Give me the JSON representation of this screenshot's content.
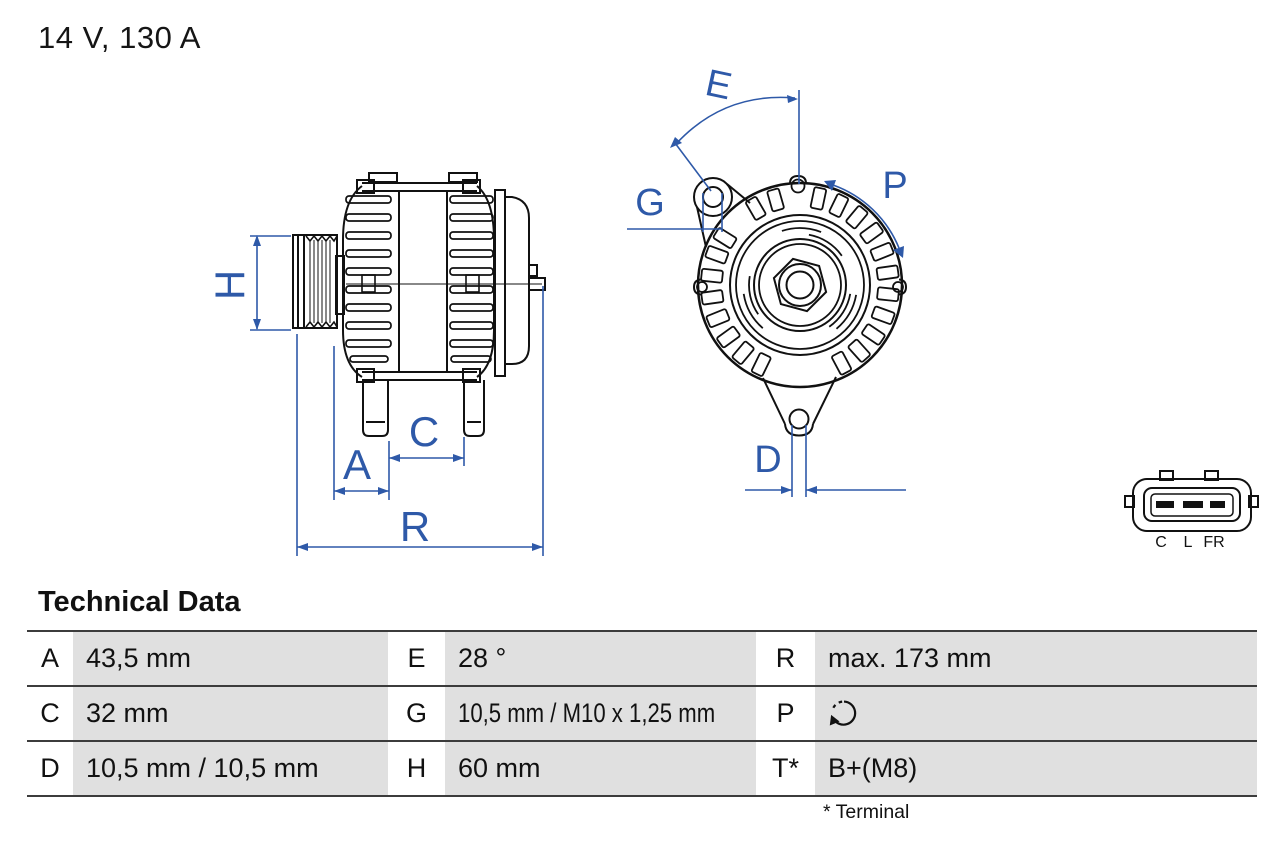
{
  "title": "14 V, 130 A",
  "diagram": {
    "side_view": {
      "labels": {
        "h": "H",
        "a": "A",
        "c": "C",
        "r": "R"
      }
    },
    "front_view": {
      "labels": {
        "e": "E",
        "g": "G",
        "p": "P",
        "d": "D"
      }
    },
    "connector": {
      "pin_labels": [
        "C",
        "L",
        "FR"
      ]
    },
    "colors": {
      "dimension_blue": "#2E59A8",
      "drawing_black": "#111111",
      "table_border": "#3C3C3C",
      "value_cell_gray": "#E0E0E0"
    }
  },
  "technical_data": {
    "heading": "Technical Data",
    "rows": [
      {
        "c1": {
          "label": "A",
          "value": "43,5 mm"
        },
        "c2": {
          "label": "E",
          "value": "28 °"
        },
        "c3": {
          "label": "R",
          "value": "max. 173 mm"
        }
      },
      {
        "c1": {
          "label": "C",
          "value": "32 mm"
        },
        "c2": {
          "label": "G",
          "value": "10,5 mm / M10 x 1,25 mm"
        },
        "c3": {
          "label": "P",
          "value": "",
          "icon": "rotation-direction-icon"
        }
      },
      {
        "c1": {
          "label": "D",
          "value": "10,5 mm / 10,5 mm"
        },
        "c2": {
          "label": "H",
          "value": "60 mm"
        },
        "c3": {
          "label": "T*",
          "value": "B+(M8)"
        }
      }
    ],
    "footnote": "* Terminal"
  }
}
